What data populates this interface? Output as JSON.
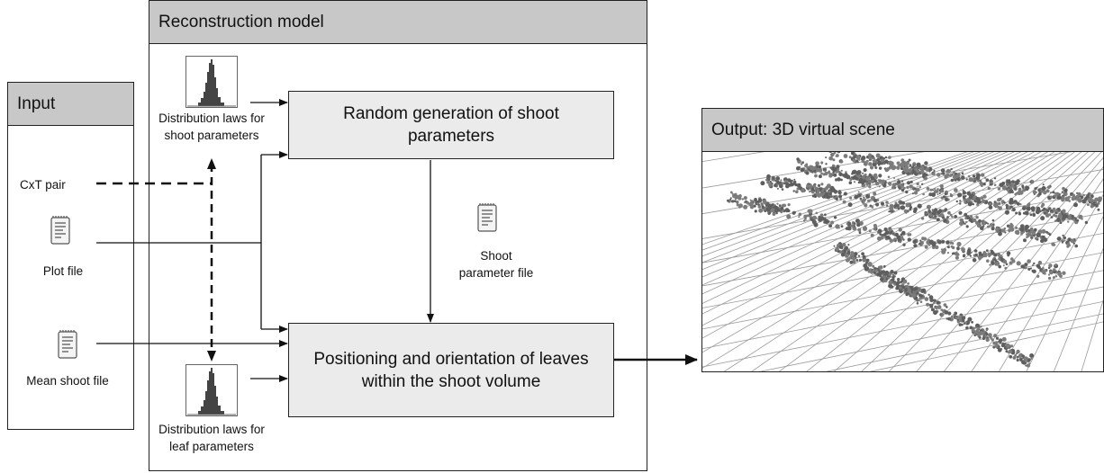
{
  "input_panel": {
    "title": "Input"
  },
  "model_panel": {
    "title": "Reconstruction model"
  },
  "output_panel": {
    "title": "Output: 3D virtual scene"
  },
  "inputs": {
    "cxt_pair": "CxT pair",
    "plot_file": "Plot file",
    "mean_shoot_file": "Mean shoot file"
  },
  "distributions": {
    "shoot": "Distribution laws for\nshoot parameters",
    "leaf": "Distribution laws for\nleaf parameters"
  },
  "process": {
    "random_generation": "Random generation of shoot parameters",
    "positioning": "Positioning and orientation of leaves within the shoot volume"
  },
  "shoot_parameter_file": "Shoot\nparameter file",
  "icons": {
    "document": "document-icon",
    "histogram": "histogram-icon",
    "scene": "3d-scene-image"
  },
  "colors": {
    "header_fill": "#c8c8c8",
    "box_fill": "#ebebeb",
    "line": "#111111",
    "plant": "#6a6a6a"
  }
}
